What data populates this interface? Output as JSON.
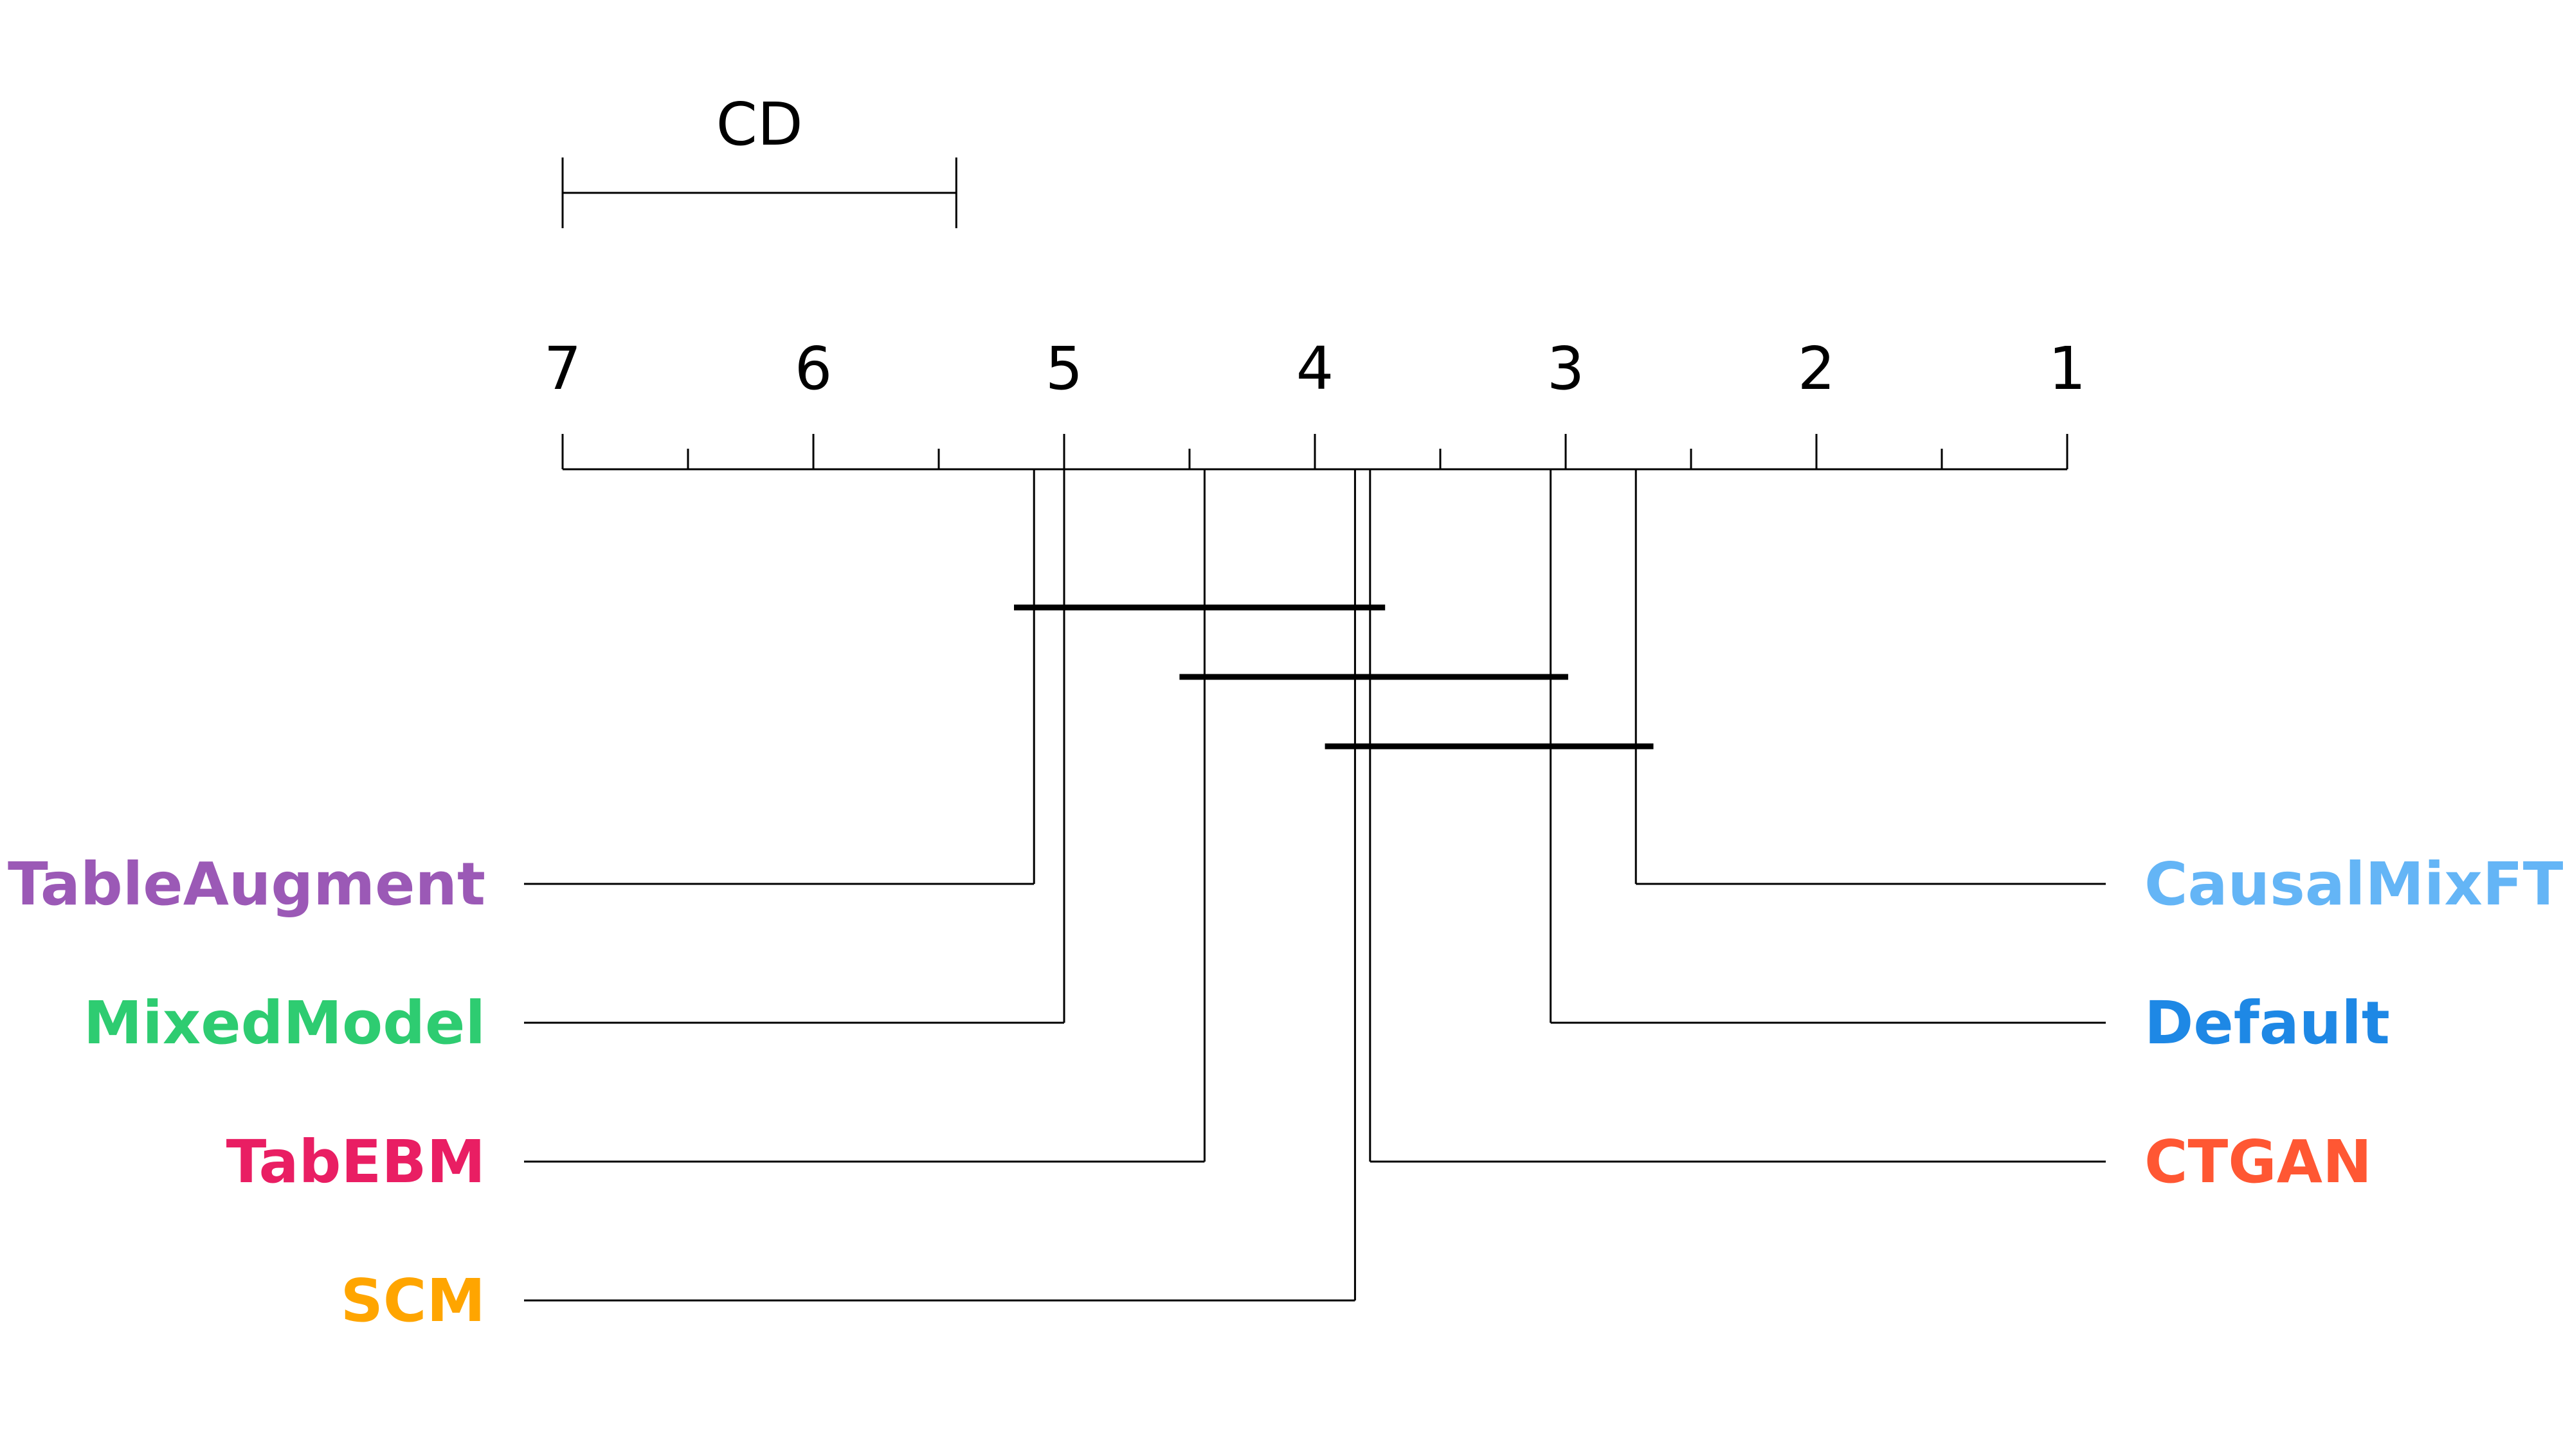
{
  "chart_data": {
    "type": "critical-difference",
    "title": "",
    "xlabel": "",
    "ylabel": "",
    "axis": {
      "range": [
        7,
        1
      ],
      "reversed": true,
      "tick_labels": [
        "7",
        "6",
        "5",
        "4",
        "3",
        "2",
        "1"
      ],
      "major_ticks": [
        7,
        6,
        5,
        4,
        3,
        2,
        1
      ],
      "minor_ticks": [
        6.5,
        5.5,
        4.5,
        3.5,
        2.5,
        1.5
      ]
    },
    "cd": {
      "label": "CD",
      "value": 1.57
    },
    "methods": [
      {
        "name": "TableAugment",
        "rank": 5.12,
        "side": "left",
        "color": "#9b59b6"
      },
      {
        "name": "MixedModel",
        "rank": 5.0,
        "side": "left",
        "color": "#2ecc71"
      },
      {
        "name": "TabEBM",
        "rank": 4.44,
        "side": "left",
        "color": "#e91e63"
      },
      {
        "name": "SCM",
        "rank": 3.84,
        "side": "left",
        "color": "#ffa500"
      },
      {
        "name": "CausalMixFT",
        "rank": 2.72,
        "side": "right",
        "color": "#64b5f6"
      },
      {
        "name": "Default",
        "rank": 3.06,
        "side": "right",
        "color": "#1e88e5"
      },
      {
        "name": "CTGAN",
        "rank": 3.78,
        "side": "right",
        "color": "#ff5733"
      }
    ],
    "cliques": [
      {
        "from": 5.2,
        "to": 3.72
      },
      {
        "from": 4.54,
        "to": 2.99
      },
      {
        "from": 3.96,
        "to": 2.65
      }
    ]
  }
}
